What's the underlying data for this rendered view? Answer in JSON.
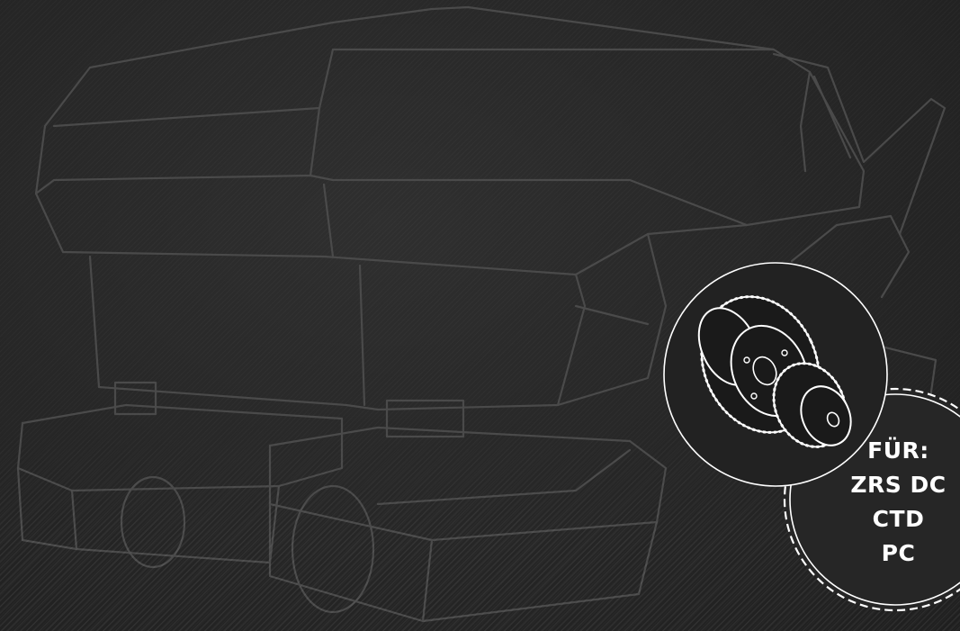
{
  "compatibility": {
    "heading": "FÜR:",
    "models": [
      "ZRS DC",
      "CTD",
      "PC"
    ]
  },
  "colors": {
    "background": "#262626",
    "outline": "#4a4a4a",
    "badge_stroke": "#ffffff",
    "text": "#ffffff"
  },
  "icons": {
    "machine": "tracked-machine-outline-illustration",
    "part": "timing-belt-pulley-pair-icon",
    "badge": "toothed-belt-circle-badge"
  }
}
